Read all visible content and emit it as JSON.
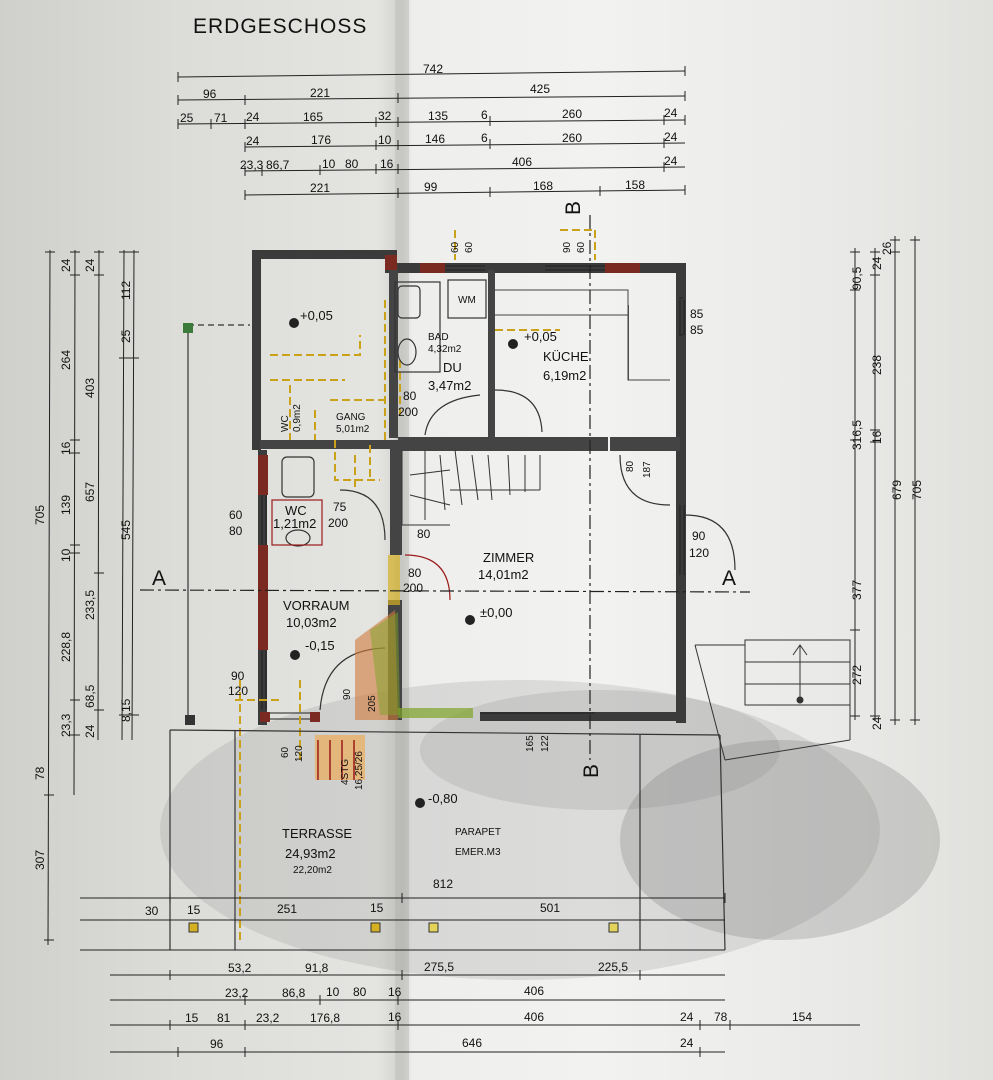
{
  "title": "ERDGESCHOSS",
  "top_dims": {
    "row1": [
      "742"
    ],
    "row2": [
      "96",
      "221",
      "425"
    ],
    "row3": [
      "25",
      "71",
      "24",
      "165",
      "32",
      "135",
      "6",
      "260",
      "24"
    ],
    "row4": [
      "24",
      "176",
      "10",
      "146",
      "6",
      "260",
      "24"
    ],
    "row5": [
      "23,3",
      "86,7",
      "10",
      "80",
      "16",
      "406",
      "24"
    ],
    "row6": [
      "221",
      "99",
      "168",
      "158"
    ]
  },
  "left_dims": {
    "col1": [
      "705",
      "78",
      "307"
    ],
    "col2": [
      "24",
      "264",
      "16",
      "139",
      "10",
      "228,8",
      "23,3"
    ],
    "col3": [
      "24",
      "403",
      "657",
      "233,5",
      "68,5",
      "24"
    ],
    "col4": [
      "112",
      "25",
      "545",
      "8,15"
    ]
  },
  "right_dims": {
    "col1": [
      "90,5",
      "316,5",
      "377",
      "272"
    ],
    "col2": [
      "24",
      "238",
      "16",
      "24"
    ],
    "col3": [
      "26",
      "679"
    ],
    "col4": [
      "705"
    ]
  },
  "bottom_dims": {
    "row1": [
      "30",
      "15",
      "251",
      "15",
      "501"
    ],
    "row2": [
      "53,2",
      "91,8",
      "275,5",
      "225,5"
    ],
    "row3": [
      "23,2",
      "86,8",
      "10",
      "80",
      "16",
      "406"
    ],
    "row4": [
      "15",
      "81",
      "23,2",
      "176,8",
      "16",
      "406",
      "24",
      "78",
      "154"
    ],
    "row5": [
      "96",
      "646",
      "24"
    ],
    "total": "812"
  },
  "rooms": {
    "bad": {
      "name": "BAD",
      "area": "4,32m2"
    },
    "du": {
      "name": "DU",
      "area": "3,47m2"
    },
    "wm": {
      "name": "WM"
    },
    "kueche": {
      "name": "KÜCHE",
      "area": "6,19m2",
      "level": "+0,05"
    },
    "wc_upper": {
      "name": "WC",
      "area": "0,9m2"
    },
    "gang": {
      "name": "GANG",
      "area": "5,01m2"
    },
    "upper_left": {
      "level": "+0,05"
    },
    "wc": {
      "name": "WC",
      "area": "1,21m2"
    },
    "zimmer": {
      "name": "ZIMMER",
      "area": "14,01m2",
      "level": "±0,00"
    },
    "vorraum": {
      "name": "VORRAUM",
      "area": "10,03m2",
      "level": "-0,15"
    },
    "terrasse": {
      "name": "TERRASSE",
      "area": "24,93m2",
      "sub": "22,20m2"
    },
    "parapet": {
      "name": "PARAPET",
      "sub": "EMER.M3"
    },
    "exterior_level": "-0,80"
  },
  "openings": {
    "o1": "60",
    "o2": "60",
    "o3": "90",
    "o4": "60",
    "k1": "85",
    "k2": "85",
    "d_du_w": "80",
    "d_du_h": "200",
    "d_k_w": "80",
    "d_k_h": "187",
    "d_r_w": "90",
    "d_r_h": "120",
    "w_wc_w": "60",
    "w_wc_h": "80",
    "d_wc_w": "75",
    "d_wc_h": "200",
    "s_80": "80",
    "d_z_w": "80",
    "d_z_h": "200",
    "w_v_w": "90",
    "w_v_h": "120",
    "w_b_w": "60",
    "w_b_h": "120",
    "w_z_w": "165",
    "w_z_h": "122",
    "stair_w": "90",
    "stair_h": "205",
    "stair_label": "4STG",
    "stair_spec": "16,25/26"
  },
  "section": {
    "a": "A",
    "b": "B"
  },
  "colors": {
    "wall": "#3b3b3b",
    "wall_cut": "#7a2a20",
    "dash_yellow": "#c9a21a",
    "annot_red": "#9b1b1b",
    "highlight_green": "#7da428"
  }
}
